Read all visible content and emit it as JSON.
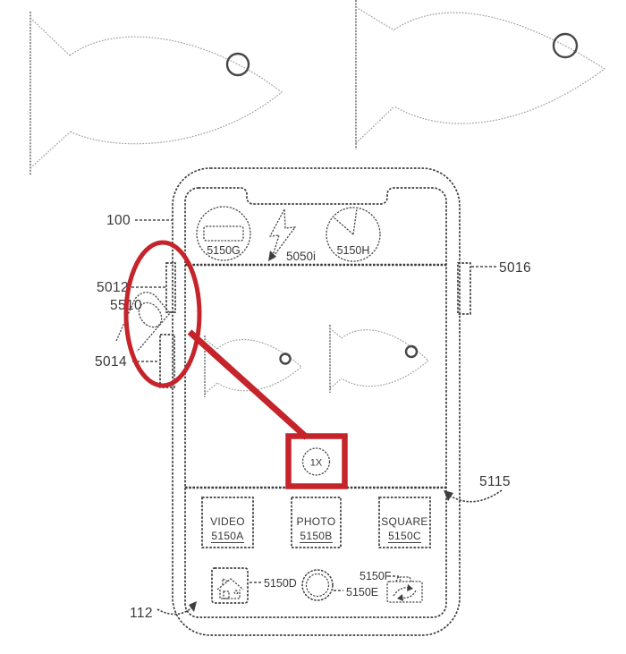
{
  "figure": {
    "kind": "patent-style line drawing of a smartphone camera UI photographing two fish",
    "colors": {
      "annotation_red": "#c5242a",
      "ink": "#3e3e3e",
      "fish_ink": "#9c9c9c"
    }
  },
  "refs": {
    "device": "100",
    "side_button_upper": "5012",
    "finger_contact": "5510",
    "side_button_lower": "5014",
    "side_button_right": "5016",
    "controls_region": "5115",
    "display": "112",
    "flash": "5050i"
  },
  "status_bar": {
    "left_icon_ref": "5150G",
    "right_icon_ref": "5150H"
  },
  "viewfinder": {
    "zoom_label": "1X"
  },
  "modes": [
    {
      "label": "VIDEO",
      "ref": "5150A",
      "selected": false
    },
    {
      "label": "PHOTO",
      "ref": "5150B",
      "selected": true
    },
    {
      "label": "SQUARE",
      "ref": "5150C",
      "selected": false
    }
  ],
  "bottom_bar": {
    "home_ref": "5150D",
    "shutter_ref": "5150E",
    "flip_ref": "5150F"
  }
}
